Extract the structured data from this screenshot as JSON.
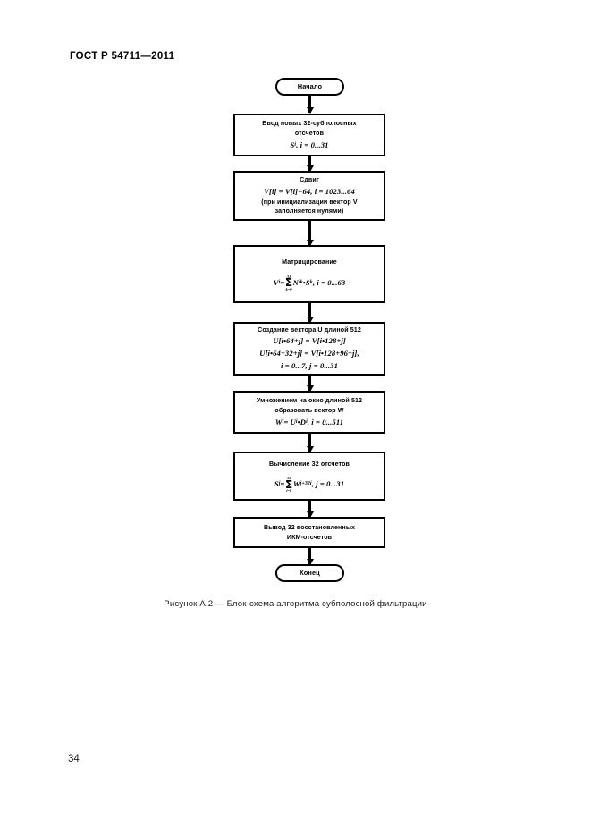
{
  "header": {
    "standard_title": "ГОСТ Р 54711—2011"
  },
  "page": {
    "number": "34"
  },
  "figure": {
    "caption": "Рисунок А.2 — Блок-схема алгоритма субполосной фильтрации",
    "nodes": {
      "start": {
        "label": "Начало"
      },
      "input": {
        "line1": "Ввод новых 32-субполосных",
        "line2": "отсчетов",
        "formula_var": "S",
        "formula_sub": "i",
        "formula_rest": ", i = 0...31"
      },
      "shift": {
        "title": "Сдвиг",
        "formula": "V[i] = V[i]−64,  i = 1023...64",
        "note1": "(при инициализации вектор V",
        "note2": "заполняется нулями)"
      },
      "matrixing": {
        "title": "Матрицирование",
        "lhs": "V",
        "lhs_sub": "i",
        "eq": "=",
        "sum_upper": "31",
        "sum_lower": "k=0",
        "body": "N",
        "body_sub": "ik",
        "mult": "•",
        "body2": "S",
        "body2_sub": "k",
        "range": ",   i = 0...63"
      },
      "vector_u": {
        "title": "Создание вектора U длиной 512",
        "line1": "U[i•64+j] = V[i•128+j]",
        "line2": "U[i•64+32+j] = V[i•128+96+j],",
        "line3": "i = 0...7,   j = 0...31"
      },
      "window": {
        "line1": "Умножением на окно длиной 512",
        "line2": "образовать вектор W",
        "formula": "W",
        "formula_sub": "i",
        "formula_rest": "= U",
        "formula_sub2": "i",
        "mult": "•D",
        "formula_sub3": "i",
        "range": ",   i = 0...511"
      },
      "compute": {
        "title": "Вычисление 32 отсчетов",
        "lhs": "S",
        "lhs_sub": "j",
        "eq": "=",
        "sum_upper": "15",
        "sum_lower": "i=0",
        "body": "W",
        "body_sub": "j+32i",
        "range": ",   j = 0...31"
      },
      "output": {
        "line1": "Вывод 32 восстановленных",
        "line2": "ИКМ-отсчетов"
      },
      "end": {
        "label": "Конец"
      }
    }
  }
}
